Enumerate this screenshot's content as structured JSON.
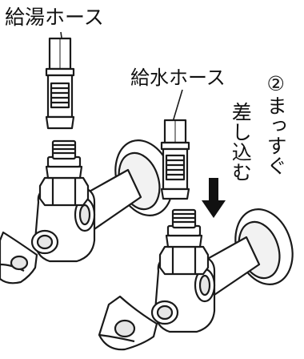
{
  "labels": {
    "hot_hose": "給湯ホース",
    "cold_hose": "給水ホース"
  },
  "instruction": {
    "step_number": "②",
    "line1": "まっすぐ",
    "line2": "差し込む"
  },
  "colors": {
    "outline": "#1a1a1a",
    "fill": "#ffffff",
    "shade": "#dddddd"
  }
}
